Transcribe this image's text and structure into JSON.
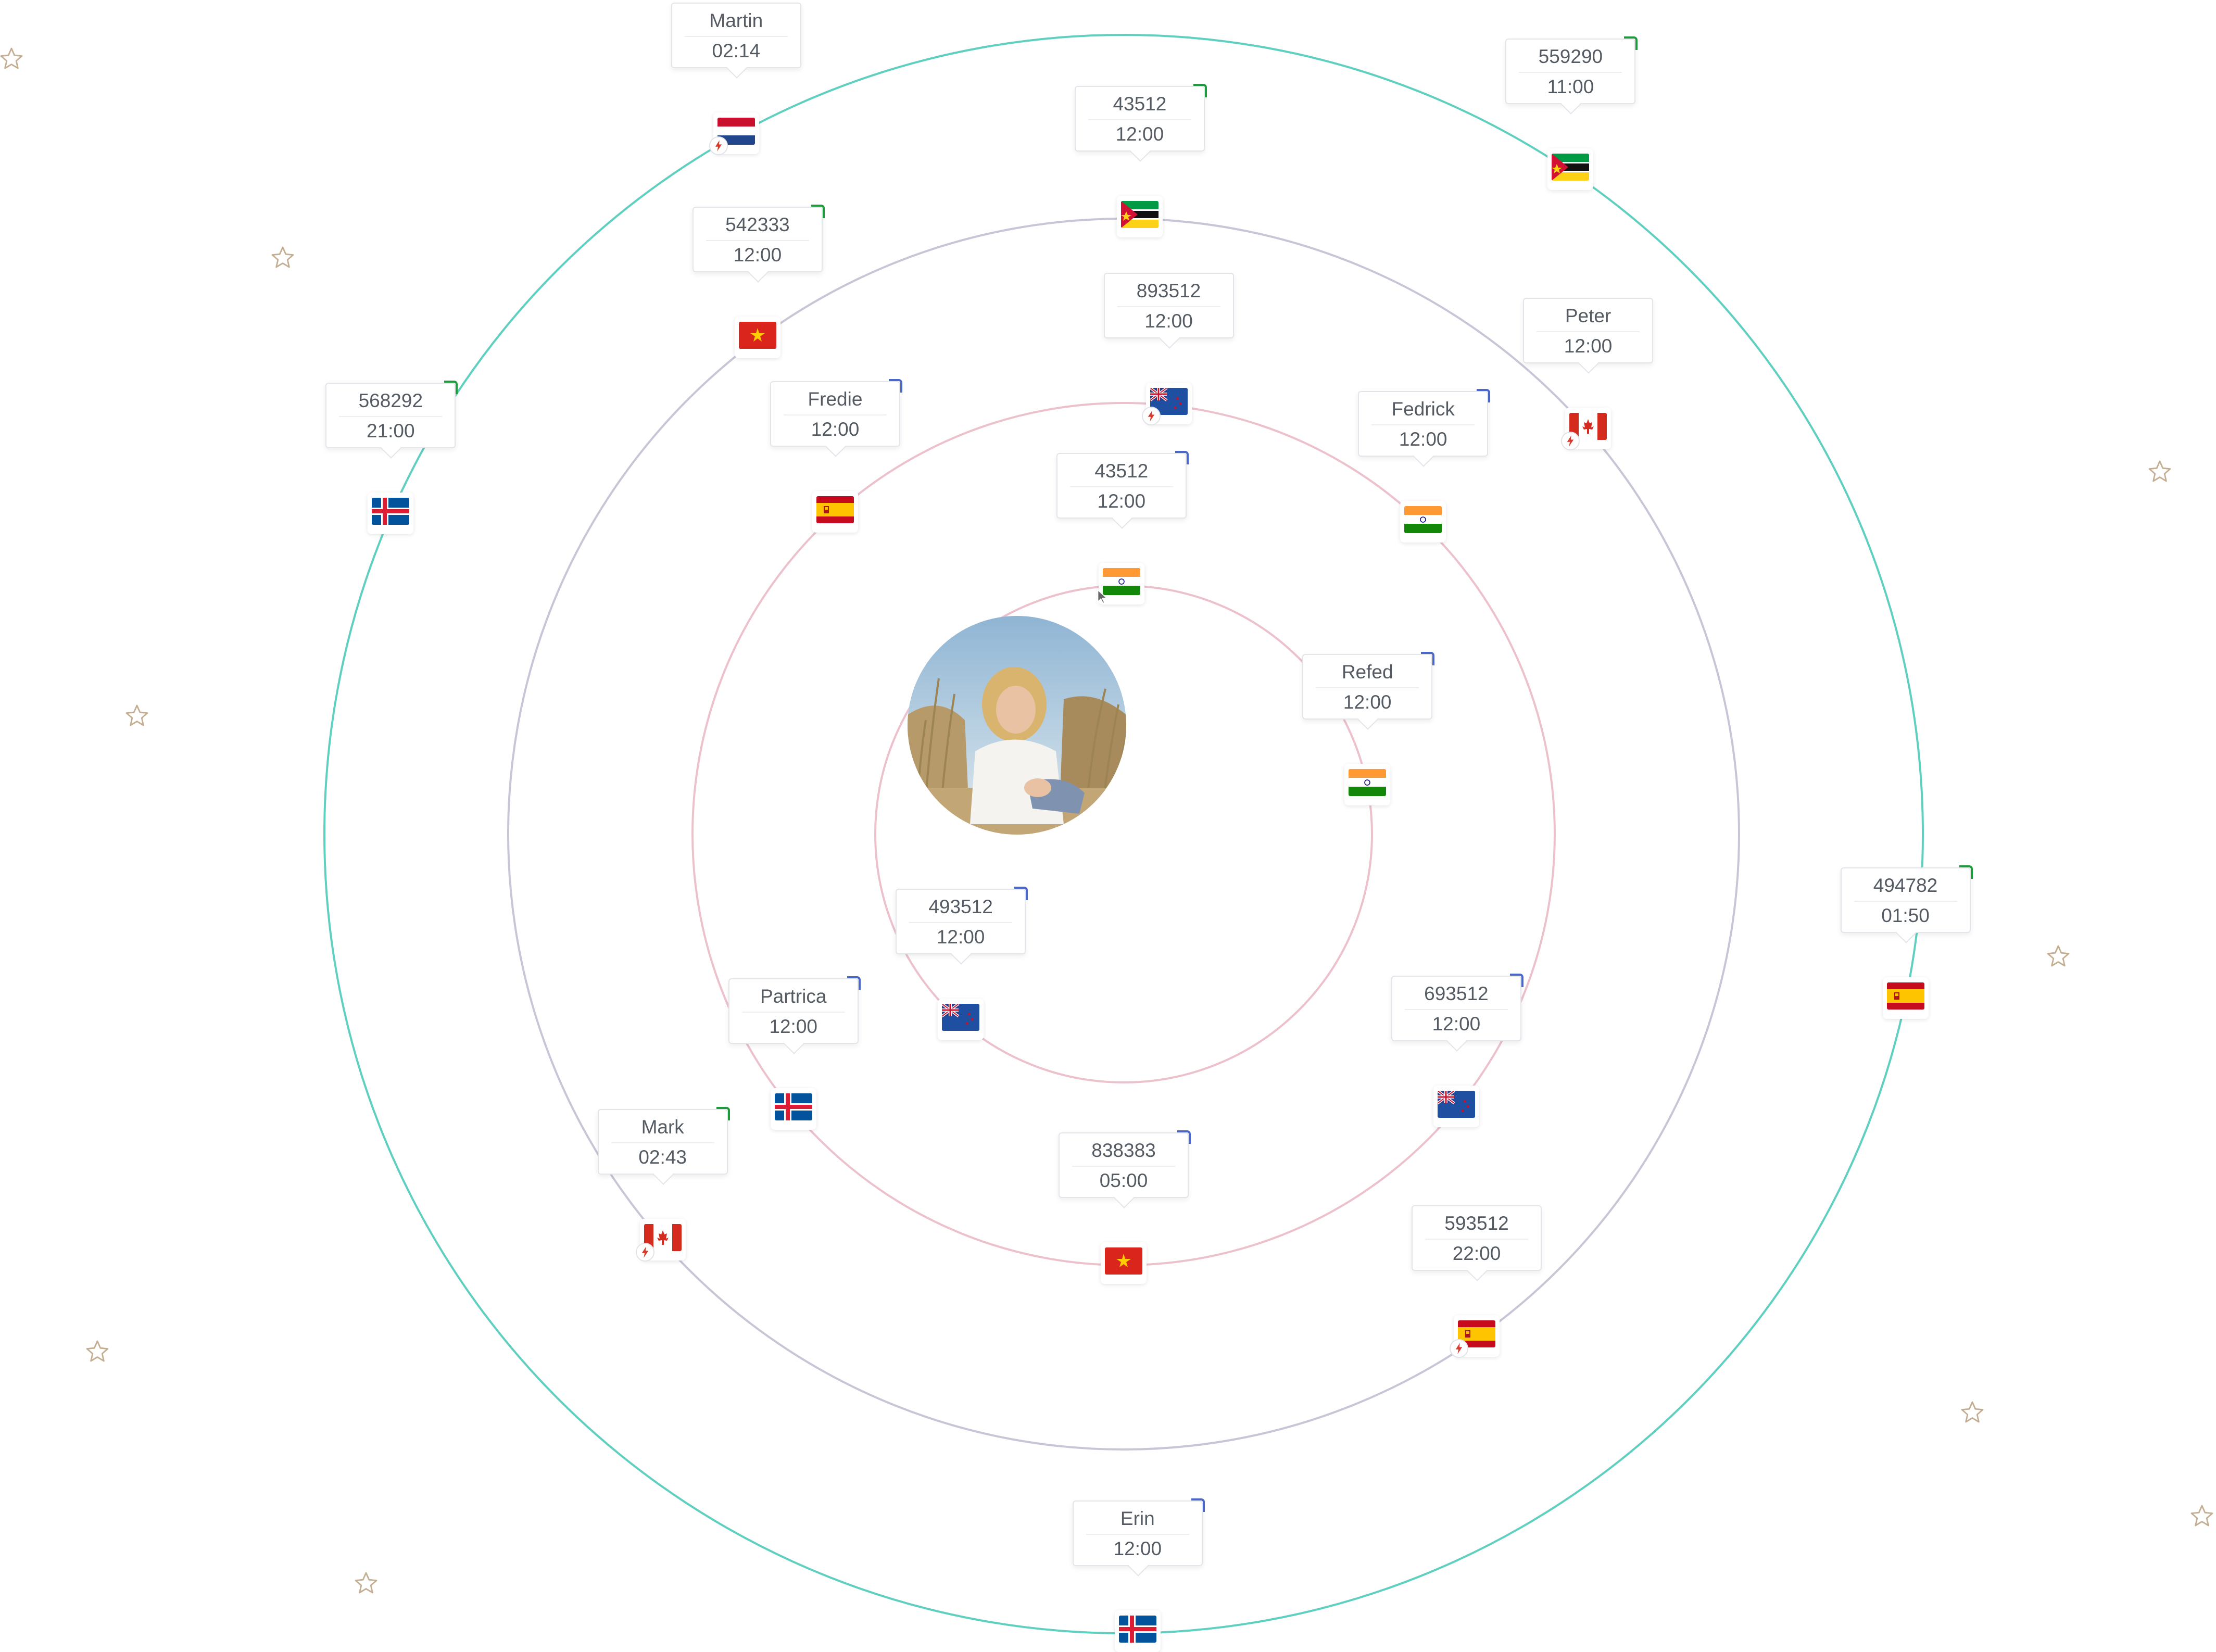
{
  "colors": {
    "orbit_inner": "#ecc1cb",
    "orbit_middle": "#ecc1cb",
    "orbit_third": "#c9c5d6",
    "orbit_outer": "#5fcfc0",
    "star": "#c4ae92",
    "card_corner_blue": "#4a67c9",
    "card_corner_green": "#1e9a3d",
    "bolt": "#d93a2b"
  },
  "center": {
    "avatar_icon": "profile-photo"
  },
  "contacts": [
    {
      "line1": "Martin",
      "line2": "02:14",
      "flag": "nl",
      "corner": "none",
      "bolt": true,
      "cursor": false
    },
    {
      "line1": "43512",
      "line2": "12:00",
      "flag": "mz",
      "corner": "green",
      "bolt": false,
      "cursor": false
    },
    {
      "line1": "559290",
      "line2": "11:00",
      "flag": "mz",
      "corner": "green",
      "bolt": false,
      "cursor": false
    },
    {
      "line1": "542333",
      "line2": "12:00",
      "flag": "vn",
      "corner": "green",
      "bolt": false,
      "cursor": false
    },
    {
      "line1": "893512",
      "line2": "12:00",
      "flag": "nz",
      "corner": "none",
      "bolt": true,
      "cursor": false
    },
    {
      "line1": "Peter",
      "line2": "12:00",
      "flag": "ca",
      "corner": "none",
      "bolt": true,
      "cursor": false
    },
    {
      "line1": "43512",
      "line2": "12:00",
      "flag": "in",
      "corner": "blue",
      "bolt": false,
      "cursor": true
    },
    {
      "line1": "568292",
      "line2": "21:00",
      "flag": "is",
      "corner": "green",
      "bolt": false,
      "cursor": false
    },
    {
      "line1": "Fredie",
      "line2": "12:00",
      "flag": "es",
      "corner": "blue",
      "bolt": false,
      "cursor": false
    },
    {
      "line1": "Fedrick",
      "line2": "12:00",
      "flag": "in",
      "corner": "blue",
      "bolt": false,
      "cursor": false
    },
    {
      "line1": "Refed",
      "line2": "12:00",
      "flag": "in",
      "corner": "blue",
      "bolt": false,
      "cursor": false
    },
    {
      "line1": "493512",
      "line2": "12:00",
      "flag": "nz",
      "corner": "blue",
      "bolt": false,
      "cursor": false
    },
    {
      "line1": "Partrica",
      "line2": "12:00",
      "flag": "is",
      "corner": "blue",
      "bolt": false,
      "cursor": false
    },
    {
      "line1": "693512",
      "line2": "12:00",
      "flag": "nz",
      "corner": "blue",
      "bolt": false,
      "cursor": false
    },
    {
      "line1": "494782",
      "line2": "01:50",
      "flag": "es",
      "corner": "green",
      "bolt": false,
      "cursor": false
    },
    {
      "line1": "Mark",
      "line2": "02:43",
      "flag": "ca",
      "corner": "green",
      "bolt": true,
      "cursor": false
    },
    {
      "line1": "838383",
      "line2": "05:00",
      "flag": "vn",
      "corner": "blue",
      "bolt": false,
      "cursor": false
    },
    {
      "line1": "593512",
      "line2": "22:00",
      "flag": "es",
      "corner": "none",
      "bolt": true,
      "cursor": false
    },
    {
      "line1": "Erin",
      "line2": "12:00",
      "flag": "is",
      "corner": "blue",
      "bolt": false,
      "cursor": false
    }
  ]
}
